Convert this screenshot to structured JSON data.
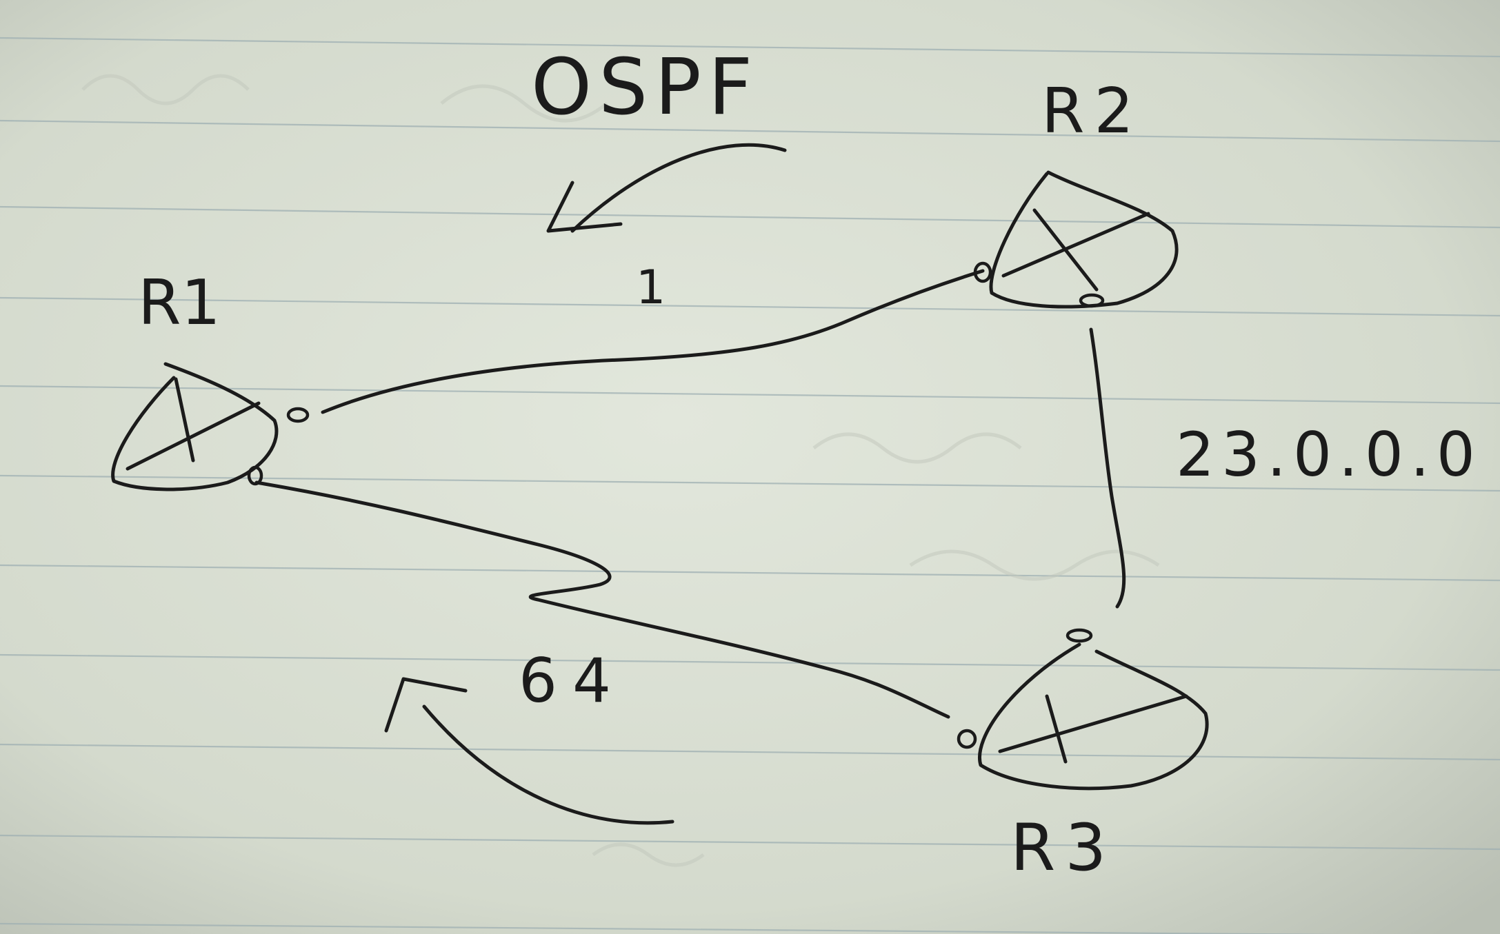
{
  "diagram": {
    "title": "OSPF",
    "nodes": [
      {
        "id": "r1",
        "label": "R1"
      },
      {
        "id": "r2",
        "label": "R2"
      },
      {
        "id": "r3",
        "label": "R3"
      }
    ],
    "edges": [
      {
        "from": "r1",
        "to": "r2",
        "label": "1"
      },
      {
        "from": "r2",
        "to": "r3",
        "label": "23.0.0.0"
      },
      {
        "from": "r1",
        "to": "r3",
        "label": "64"
      }
    ]
  },
  "colors": {
    "paper": "#d6dccf",
    "rule_line": "#9fb0b3",
    "ink": "#1b1b1b"
  }
}
